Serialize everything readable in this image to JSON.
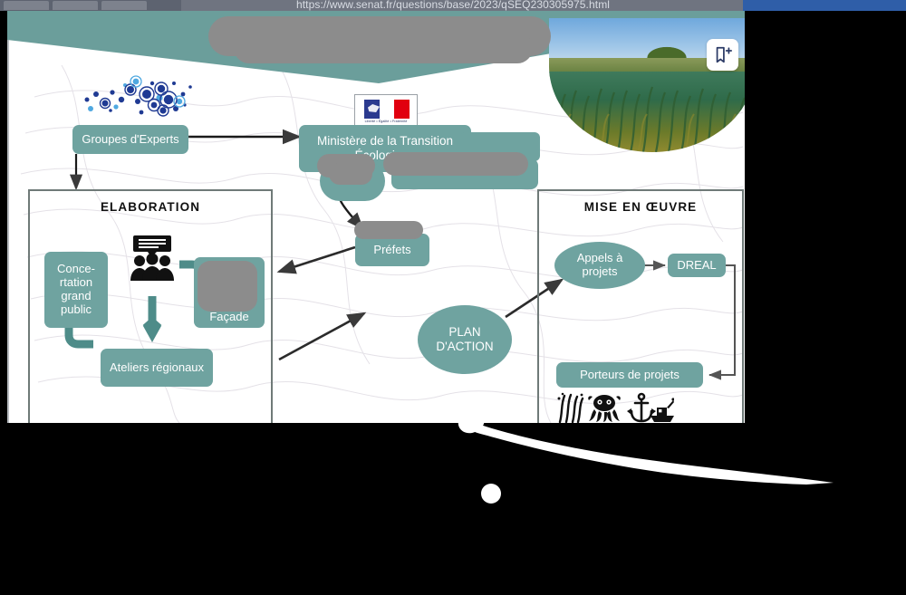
{
  "browser": {
    "url": "https://www.senat.fr/questions/base/2023/qSEQ230305975.html",
    "bookmark_icon": "bookmark-add-icon"
  },
  "page": {
    "banner": {
      "title_redacted": true,
      "redaction_note": ""
    },
    "photo": {
      "alt_name": "seagrass-underwater-photo"
    },
    "logos": {
      "dot_logo_name": "blue-dot-constellation-logo",
      "republique_francaise": {
        "motto": "Liberté • Égalité • Fraternité",
        "name": "RÉPUBLIQUE FRANÇAISE",
        "flag_colors": [
          "#2b3a8f",
          "#ffffff",
          "#e1000f"
        ]
      }
    },
    "nodes": {
      "groupes_experts": "Groupes d'Experts",
      "ministere": "Ministère de la Transition Écologique",
      "prefets": "Préfets",
      "plan_action": "PLAN D'ACTION",
      "concertation": "Conce-rtation grand public",
      "concertation_lines": [
        "Conce-",
        "rtation",
        "grand",
        "public"
      ],
      "ateliers": "Ateliers régionaux",
      "ateliers_lines": [
        "Ateliers",
        "régionaux"
      ],
      "facade": "Façade",
      "appels": "Appels à projets",
      "appels_lines": [
        "Appels à",
        "projets"
      ],
      "dreal": "DREAL",
      "porteurs": "Porteurs de projets"
    },
    "sections": {
      "elaboration": "ELABORATION",
      "mise_en_oeuvre": "MISE EN ŒUVRE"
    },
    "icons": {
      "people_presentation": "people-presentation-icon",
      "seagrass": "seagrass-icon",
      "octopus": "octopus-icon",
      "anchor": "anchor-icon",
      "boat": "fishing-boat-icon"
    },
    "colors": {
      "teal": "#6fa3a0",
      "banner_teal": "#6b9e9b",
      "section_border": "#6f7a78",
      "redaction_gray": "#8c8c8c",
      "page_background": "#ffffff",
      "screen_background": "#000000"
    }
  }
}
